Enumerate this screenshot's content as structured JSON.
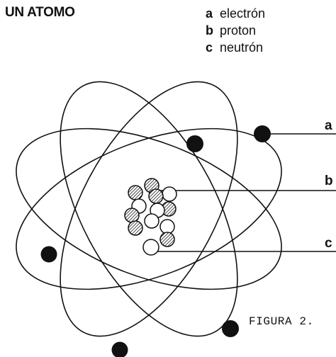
{
  "title": "UN ATOMO",
  "legend": [
    {
      "key": "a",
      "label": "electrón"
    },
    {
      "key": "b",
      "label": "proton"
    },
    {
      "key": "c",
      "label": "neutrón"
    }
  ],
  "callouts": {
    "a": "a",
    "b": "b",
    "c": "c"
  },
  "figure_caption": "FIGURA 2.",
  "colors": {
    "ink": "#111111",
    "background": "#ffffff"
  }
}
